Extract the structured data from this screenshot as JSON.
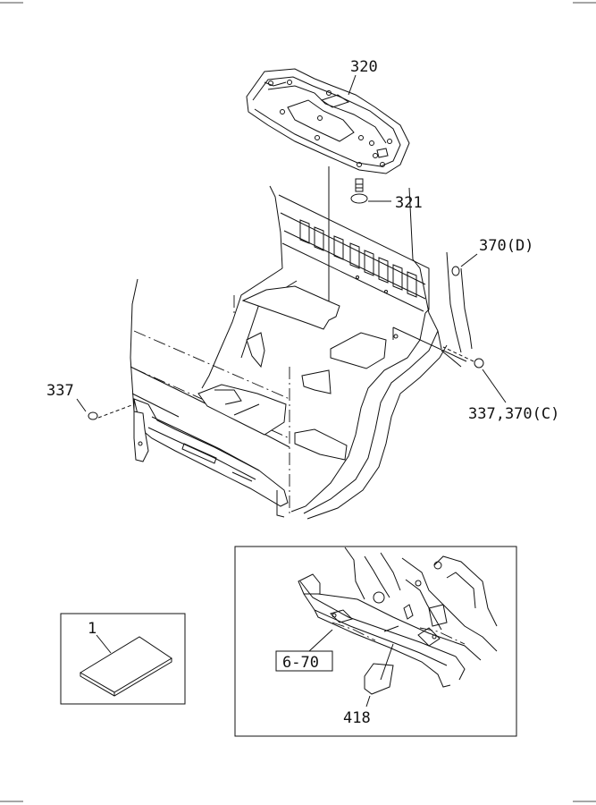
{
  "callouts": {
    "c320": "320",
    "c321": "321",
    "c370d": "370(D)",
    "c337": "337",
    "c337_370c": "337,370(C)",
    "c1": "1",
    "c6_70": "6-70",
    "c418": "418"
  },
  "colors": {
    "line": "#111111",
    "background": "#ffffff"
  }
}
